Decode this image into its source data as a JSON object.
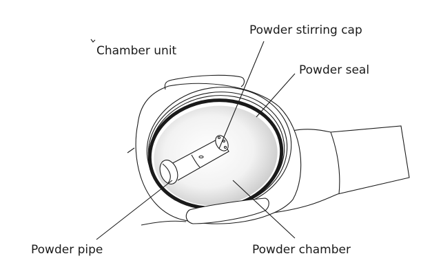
{
  "labels": {
    "stirring_cap": "Powder stirring cap",
    "seal": "Powder seal",
    "chamber_unit": "Chamber unit",
    "pipe": "Powder pipe",
    "chamber": "Powder chamber"
  }
}
